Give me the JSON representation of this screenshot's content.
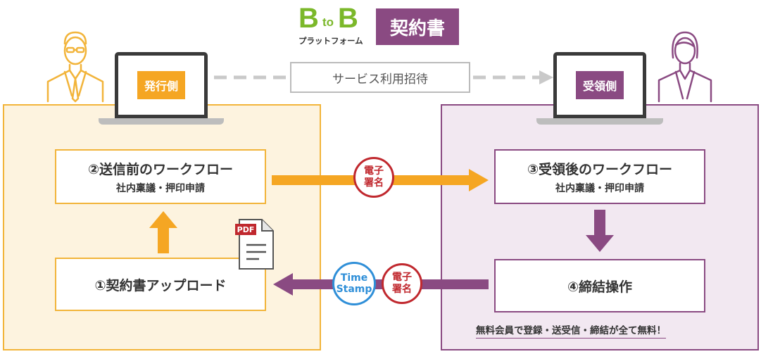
{
  "logo": {
    "b1": "B",
    "to": "to",
    "b2": "B",
    "sub": "プラットフォーム",
    "tag": "契約書"
  },
  "issuer": {
    "label": "発行側"
  },
  "receiver": {
    "label": "受領側"
  },
  "invite": {
    "label": "サービス利用招待"
  },
  "steps": {
    "s2": {
      "title": "②送信前のワークフロー",
      "sub": "社内稟議・押印申請"
    },
    "s1": {
      "title": "①契約書アップロード"
    },
    "s3": {
      "title": "③受領後のワークフロー",
      "sub": "社内稟議・押印申請"
    },
    "s4": {
      "title": "④締結操作"
    }
  },
  "seal1": {
    "line1": "電子",
    "line2": "署名"
  },
  "seal2": {
    "line1": "電子",
    "line2": "署名"
  },
  "timestamp": {
    "line1": "Time",
    "line2": "Stamp"
  },
  "pdf": {
    "label": "PDF"
  },
  "note": {
    "text": "無料会員で登録・送受信・締結が全て無料！"
  },
  "colors": {
    "orange": "#f2b43a",
    "orange_fill": "#fdf3df",
    "purple": "#8a4a82",
    "purple_fill": "#f2e8f1",
    "seal_red": "#c0282e",
    "stamp_blue": "#2f8fd8",
    "logo_green": "#7bb82a",
    "arrow_orange": "#f5a623",
    "arrow_purple": "#8a4a82"
  }
}
